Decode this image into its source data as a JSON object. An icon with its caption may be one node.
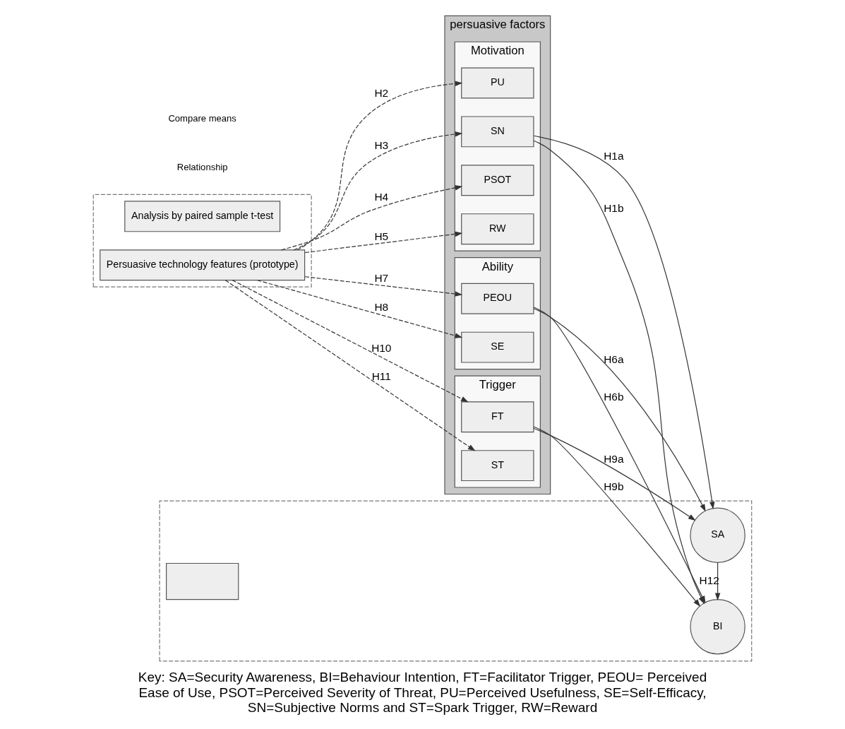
{
  "diagram": {
    "caption": "Key: SA=Security Awareness, BI=Behaviour Intention, FT=Facilitator Trigger, PEOU= Perceived Ease of Use, PSOT=Perceived Severity of Threat, PU=Perceived Usefulness, SE=Self-Efficacy, SN=Subjective Norms and ST=Spark Trigger, RW=Reward",
    "nodes": [
      {
        "text": [],
        "shape": "box"
      },
      {
        "text": [
          "Analysis by paired sample t-test"
        ],
        "in": 0
      },
      {
        "text": [
          "Persuasive technology features (prototype)"
        ],
        "in": 0
      },
      {
        "text": [],
        "shape": "box"
      },
      {
        "text": [],
        "shape": "box",
        "in": 3
      },
      {
        "text": [
          "SA"
        ],
        "in": 3
      },
      {
        "text": [
          "BI"
        ],
        "in": 3
      },
      {
        "text": [
          "persuasive factors"
        ]
      },
      {
        "text": [
          "Motivation"
        ],
        "in": 7
      },
      {
        "text": [
          "PU"
        ],
        "in": 8
      },
      {
        "text": [
          "SN"
        ],
        "in": 8
      },
      {
        "text": [
          "PSOT"
        ],
        "in": 8
      },
      {
        "text": [
          "RW"
        ],
        "in": 8
      },
      {
        "text": [
          "Ability"
        ],
        "in": 7
      },
      {
        "text": [
          "PEOU"
        ],
        "in": 13
      },
      {
        "text": [
          "SE"
        ],
        "in": 13
      },
      {
        "text": [
          "Trigger"
        ],
        "in": 7
      },
      {
        "text": [
          "FT"
        ],
        "in": 16
      },
      {
        "text": [
          "ST"
        ],
        "in": 16
      }
    ],
    "edges": [
      {
        "from": 2,
        "to": 9,
        "arrow": "to",
        "style": "dashed",
        "label": "H2"
      },
      {
        "from": 2,
        "to": 10,
        "arrow": "to",
        "style": "dashed",
        "label": "H3"
      },
      {
        "from": 2,
        "to": 11,
        "arrow": "to",
        "style": "dashed",
        "label": "H4"
      },
      {
        "from": 2,
        "to": 12,
        "arrow": "to",
        "style": "dashed",
        "label": "H5"
      },
      {
        "from": 2,
        "to": 14,
        "arrow": "to",
        "style": "dashed",
        "label": "H7"
      },
      {
        "from": 2,
        "to": 15,
        "arrow": "to",
        "style": "dashed",
        "label": "H8"
      },
      {
        "from": 2,
        "to": 17,
        "arrow": "to",
        "style": "dashed",
        "label": "H10"
      },
      {
        "from": 2,
        "to": 18,
        "arrow": "to",
        "style": "dashed",
        "label": "H11"
      },
      {
        "from": 10,
        "to": 5,
        "arrow": "to",
        "label": "H1a"
      },
      {
        "from": 10,
        "to": 6,
        "arrow": "to",
        "label": "H1b"
      },
      {
        "from": 14,
        "to": 5,
        "arrow": "to",
        "label": "H6a"
      },
      {
        "from": 14,
        "to": 6,
        "arrow": "to",
        "label": "H6b"
      },
      {
        "from": 17,
        "to": 5,
        "arrow": "to",
        "label": "H9a"
      },
      {
        "from": 17,
        "to": 6,
        "arrow": "to",
        "label": "H9b"
      },
      {
        "from": 5,
        "to": 6,
        "arrow": "to",
        "label": "H12"
      }
    ],
    "legend": [
      {
        "text": "Compare means"
      },
      {
        "text": "Relationship"
      }
    ]
  }
}
